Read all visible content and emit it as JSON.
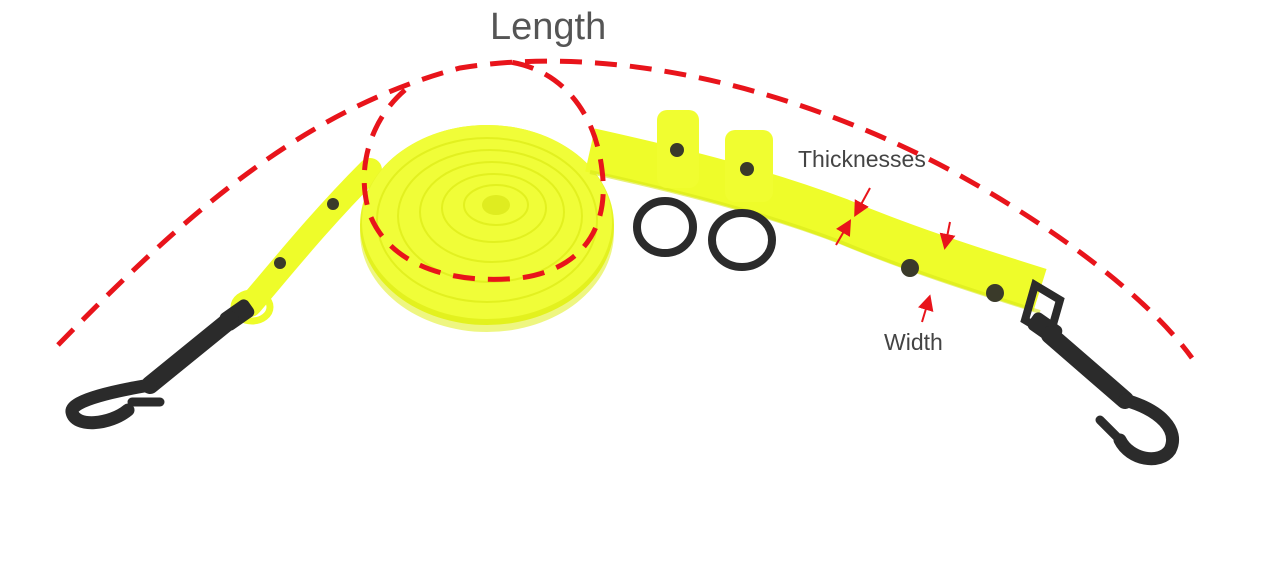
{
  "labels": {
    "length": "Length",
    "thickness": "Thicknesses",
    "width": "Width"
  },
  "colors": {
    "leash": "#f1ff2c",
    "leash_shadow": "#d8e81a",
    "hardware": "#2b2b2b",
    "measure_line": "#e8141b",
    "text": "#444444"
  },
  "product": {
    "name": "dog-leash",
    "color_name": "neon-yellow",
    "hardware": [
      "snap-hook",
      "snap-hook",
      "d-ring",
      "d-ring"
    ]
  }
}
